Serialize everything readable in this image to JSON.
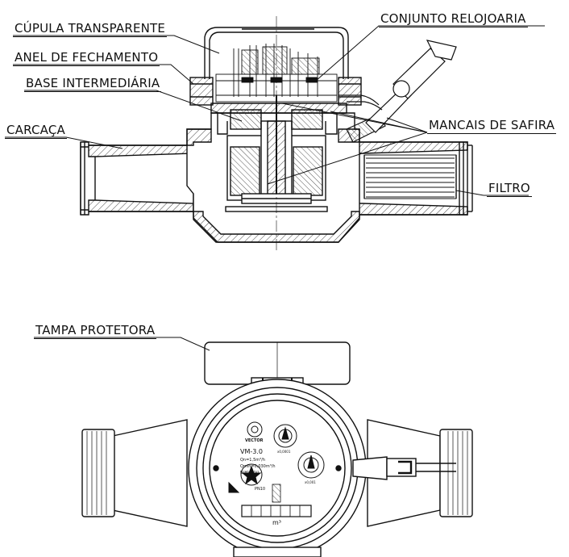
{
  "labels": {
    "cupula": "CÚPULA TRANSPARENTE",
    "anel": "ANEL DE FECHAMENTO",
    "base": "BASE INTERMEDIÁRIA",
    "carcaca": "CARCAÇA",
    "conjunto": "CONJUNTO RELOJOARIA",
    "mancais": "MANCAIS DE SAFIRA",
    "filtro": "FILTRO",
    "tampa": "TAMPA PROTETORA"
  },
  "dial": {
    "brand": "VECTOR",
    "model": "VM-3.0",
    "qn": "Qn=1,5m³/h",
    "qmin": "Qmin=0,030m³/h",
    "class": "B(H) A(V)",
    "pn": "PN10",
    "unit": "m³",
    "mult_small": "x0,0001",
    "mult_large": "x0,001"
  },
  "colors": {
    "line": "#111111",
    "hatch": "#444444"
  }
}
